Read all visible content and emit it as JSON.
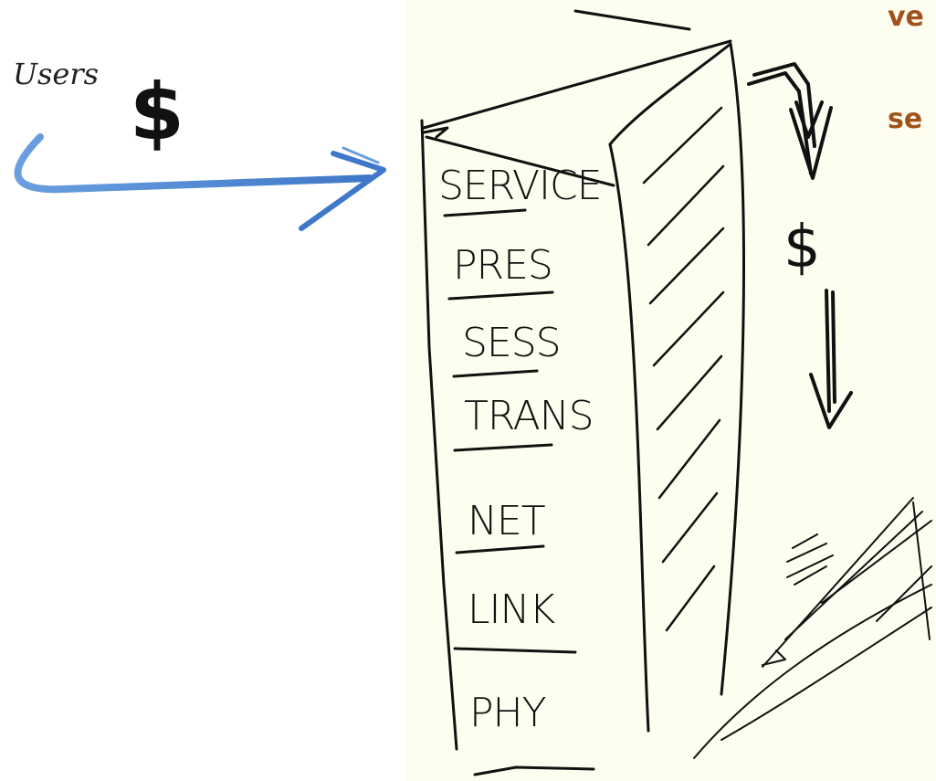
{
  "left_caption": {
    "users_text": "Users",
    "dollar_symbol": "$"
  },
  "stack": {
    "layers": [
      "SERVICE",
      "PRES",
      "SESS",
      "TRANS",
      "NET",
      "LINK",
      "PHY"
    ]
  },
  "flow": {
    "dollar_symbol": "$"
  },
  "right_edge_text": {
    "line1": "ve",
    "line2": "se"
  },
  "colors": {
    "arrow_blue": "#5b8fd6",
    "orange_text": "#a0521a",
    "ink": "#111111",
    "paper": "#fdfdf0"
  }
}
